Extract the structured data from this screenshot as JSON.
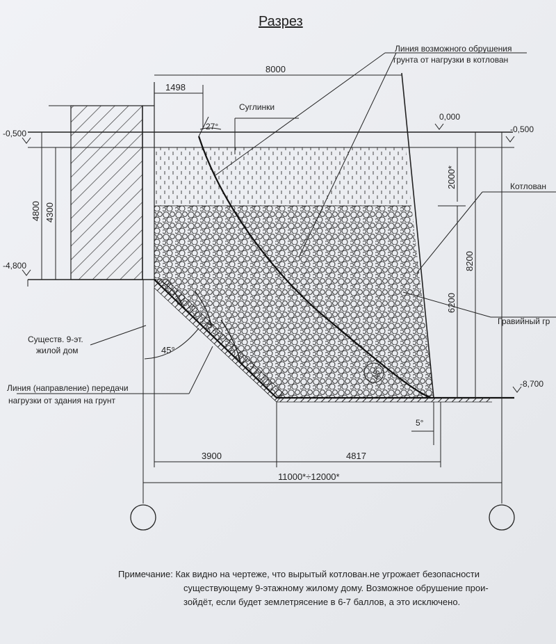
{
  "title": "Разрез",
  "labels": {
    "collapse_line_1": "Линия возможного обрушения",
    "collapse_line_2": "грунта от нагрузки в котлован",
    "loam": "Суглинки",
    "pit": "Котлован",
    "gravel": "Гравийный гр",
    "building_1": "Существ. 9-эт.",
    "building_2": "жилой дом",
    "load_line_1": "Линия (направление) передачи",
    "load_line_2": "нагрузки от здания на грунт"
  },
  "dimensions": {
    "top_width": "8000",
    "offset": "1498",
    "angle_27": "27°",
    "angle_45_left": "45°",
    "angle_45_right": "45°",
    "angle_5": "5°",
    "elev_zero": "0,000",
    "elev_left_top": "-0,500",
    "elev_right_top": "-0,500",
    "elev_left_bottom": "-4,800",
    "elev_right_bottom": "-8,700",
    "h_4800": "4800",
    "h_4300": "4300",
    "h_2000": "2000*",
    "h_6200": "6200",
    "h_8200": "8200",
    "w_3900": "3900",
    "w_4817": "4817",
    "w_total": "11000*÷12000*"
  },
  "note": {
    "line1": "Примечание: Как видно на чертеже, что вырытый котлован.не угрожает безопасности",
    "line2": "существующему 9-этажному жилому дому. Возможное обрушение прои-",
    "line3": "зойдёт, если будет землетрясение в 6-7 баллов, а это исключено."
  }
}
